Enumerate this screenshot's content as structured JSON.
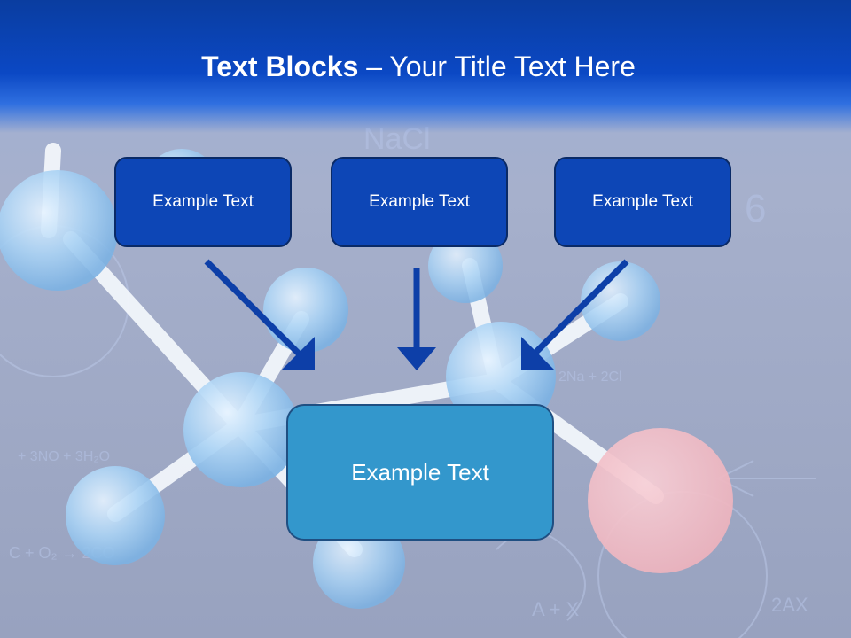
{
  "slide": {
    "title_bold": "Text Blocks",
    "title_dash": " – ",
    "title_rest": "Your Title Text Here"
  },
  "blocks": {
    "top": [
      "Example Text",
      "Example Text",
      "Example Text"
    ],
    "center": "Example Text"
  },
  "colors": {
    "header": "#0b48c4",
    "small_box": "#0d46b6",
    "center_box": "#3397cc",
    "arrow": "#0d3fa8"
  }
}
